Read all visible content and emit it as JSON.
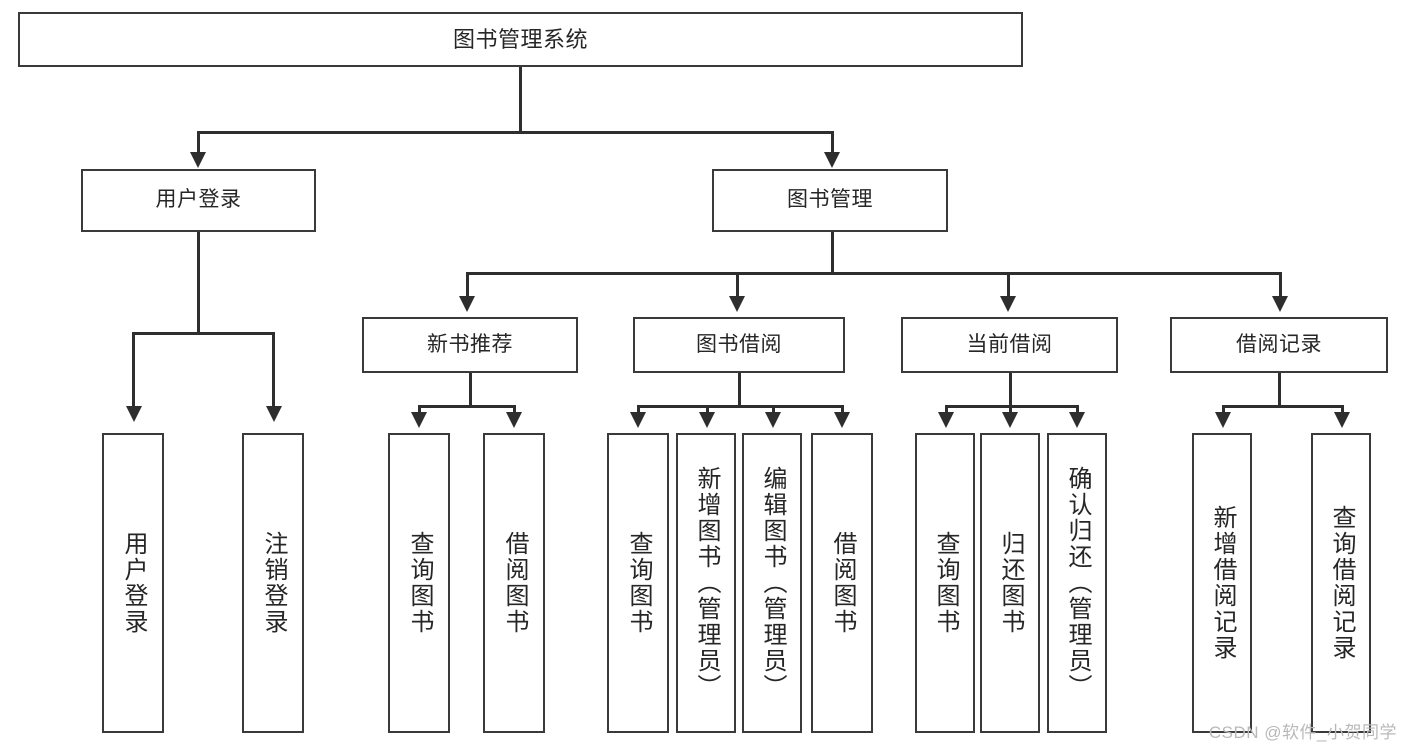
{
  "diagram": {
    "type": "tree-hierarchy",
    "title": "图书管理系统",
    "watermark": "CSDN @软件_小贺同学",
    "colors": {
      "box_border": "#3a3a3a",
      "line": "#2e2e2e",
      "text": "#262626",
      "background": "#ffffff",
      "watermark": "#b9b9b9"
    },
    "levels": [
      {
        "level": 1,
        "nodes": [
          "图书管理系统"
        ]
      },
      {
        "level": 2,
        "nodes": [
          "用户登录",
          "图书管理"
        ]
      },
      {
        "level": 3,
        "nodes": [
          "新书推荐",
          "图书借阅",
          "当前借阅",
          "借阅记录"
        ]
      },
      {
        "level": 4,
        "nodes": [
          "用户登录",
          "注销登录",
          "查询图书",
          "借阅图书",
          "查询图书",
          "新增图书（管理员）",
          "编辑图书（管理员）",
          "借阅图书",
          "查询图书",
          "归还图书",
          "确认归还（管理员）",
          "新增借阅记录",
          "查询借阅记录"
        ]
      }
    ],
    "nodes": {
      "root": {
        "label": "图书管理系统"
      },
      "user_login": {
        "label": "用户登录"
      },
      "book_manage": {
        "label": "图书管理"
      },
      "new_book_rec": {
        "label": "新书推荐"
      },
      "book_borrow": {
        "label": "图书借阅"
      },
      "current_borrow": {
        "label": "当前借阅"
      },
      "borrow_record": {
        "label": "借阅记录"
      },
      "leaf_user_login": {
        "label": "用户登录"
      },
      "leaf_logout": {
        "label": "注销登录"
      },
      "leaf_query_book_1": {
        "label": "查询图书"
      },
      "leaf_borrow_book_1": {
        "label": "借阅图书"
      },
      "leaf_query_book_2": {
        "label": "查询图书"
      },
      "leaf_add_book": {
        "label": "新增图书（管理员）"
      },
      "leaf_edit_book": {
        "label": "编辑图书（管理员）"
      },
      "leaf_borrow_book_2": {
        "label": "借阅图书"
      },
      "leaf_query_book_3": {
        "label": "查询图书"
      },
      "leaf_return_book": {
        "label": "归还图书"
      },
      "leaf_confirm_return": {
        "label": "确认归还（管理员）"
      },
      "leaf_add_record": {
        "label": "新增借阅记录"
      },
      "leaf_query_record": {
        "label": "查询借阅记录"
      }
    },
    "edges": [
      {
        "from": "图书管理系统",
        "to": "用户登录"
      },
      {
        "from": "图书管理系统",
        "to": "图书管理"
      },
      {
        "from": "用户登录",
        "to": "用户登录"
      },
      {
        "from": "用户登录",
        "to": "注销登录"
      },
      {
        "from": "图书管理",
        "to": "新书推荐"
      },
      {
        "from": "图书管理",
        "to": "图书借阅"
      },
      {
        "from": "图书管理",
        "to": "当前借阅"
      },
      {
        "from": "图书管理",
        "to": "借阅记录"
      },
      {
        "from": "新书推荐",
        "to": "查询图书"
      },
      {
        "from": "新书推荐",
        "to": "借阅图书"
      },
      {
        "from": "图书借阅",
        "to": "查询图书"
      },
      {
        "from": "图书借阅",
        "to": "新增图书（管理员）"
      },
      {
        "from": "图书借阅",
        "to": "编辑图书（管理员）"
      },
      {
        "from": "图书借阅",
        "to": "借阅图书"
      },
      {
        "from": "当前借阅",
        "to": "查询图书"
      },
      {
        "from": "当前借阅",
        "to": "归还图书"
      },
      {
        "from": "当前借阅",
        "to": "确认归还（管理员）"
      },
      {
        "from": "借阅记录",
        "to": "新增借阅记录"
      },
      {
        "from": "借阅记录",
        "to": "查询借阅记录"
      }
    ]
  }
}
